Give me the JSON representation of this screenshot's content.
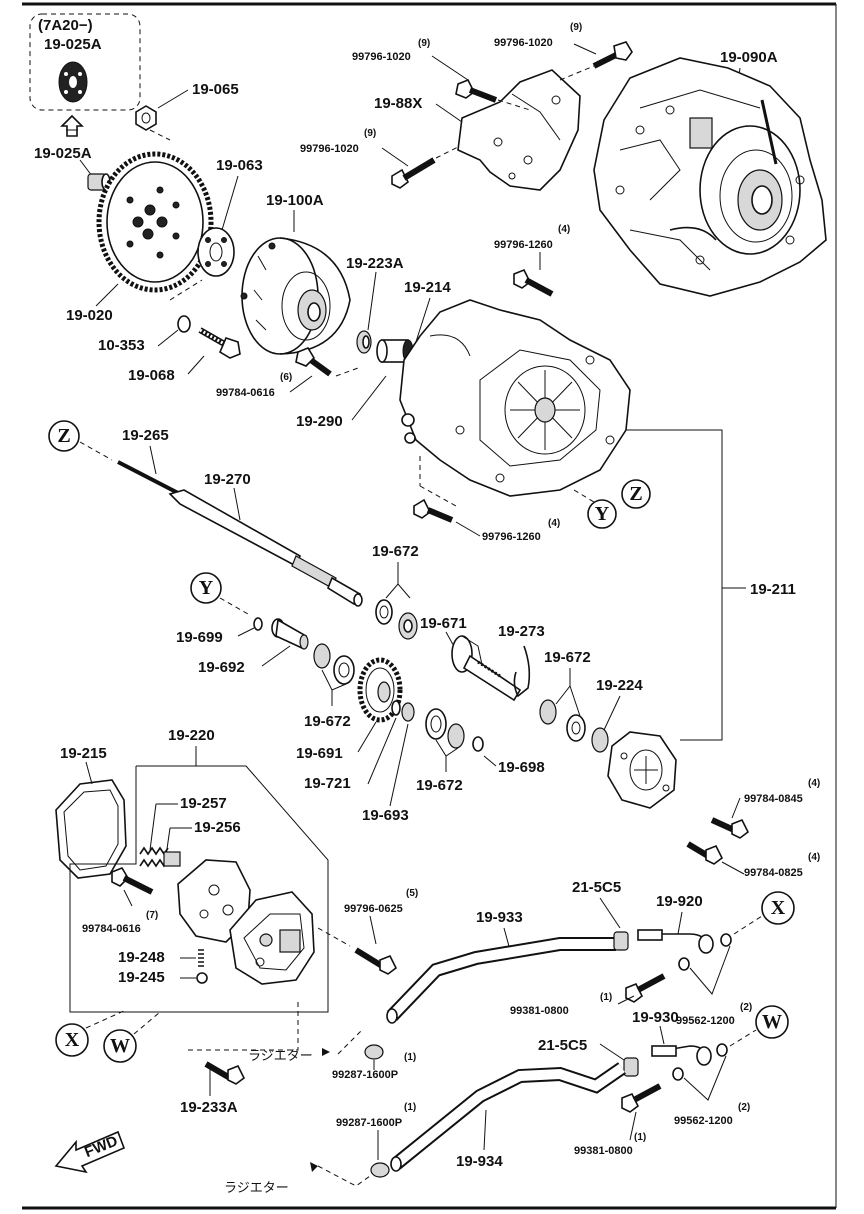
{
  "diagram": {
    "inset_note": "(7A20−)",
    "fwd_label": "FWD",
    "parts": {
      "p19_025A_top": "19-025A",
      "p19_025A": "19-025A",
      "p19_065": "19-065",
      "p19_063": "19-063",
      "p19_020": "19-020",
      "p10_353": "10-353",
      "p19_068": "19-068",
      "p19_100A": "19-100A",
      "p19_223A": "19-223A",
      "p19_214": "19-214",
      "p19_290": "19-290",
      "p19_88X": "19-88X",
      "p19_090A": "19-090A",
      "p19_265": "19-265",
      "p19_270": "19-270",
      "p19_672_a": "19-672",
      "p19_671": "19-671",
      "p19_699": "19-699",
      "p19_692": "19-692",
      "p19_672_b": "19-672",
      "p19_691": "19-691",
      "p19_721": "19-721",
      "p19_693": "19-693",
      "p19_672_c": "19-672",
      "p19_698": "19-698",
      "p19_273": "19-273",
      "p19_672_d": "19-672",
      "p19_224": "19-224",
      "p19_211": "19-211",
      "p19_215": "19-215",
      "p19_220": "19-220",
      "p19_257": "19-257",
      "p19_256": "19-256",
      "p19_248": "19-248",
      "p19_245": "19-245",
      "p19_233A": "19-233A",
      "p19_933": "19-933",
      "p21_5C5_a": "21-5C5",
      "p19_920": "19-920",
      "p21_5C5_b": "21-5C5",
      "p19_930": "19-930",
      "p19_934": "19-934"
    },
    "fasteners": {
      "f_1020_a": {
        "num": "99796-1020",
        "qty": "(9)"
      },
      "f_1020_b": {
        "num": "99796-1020",
        "qty": "(9)"
      },
      "f_1020_c": {
        "num": "99796-1020",
        "qty": "(9)"
      },
      "f_1260_a": {
        "num": "99796-1260",
        "qty": "(4)"
      },
      "f_0616_a": {
        "num": "99784-0616",
        "qty": "(6)"
      },
      "f_1260_b": {
        "num": "99796-1260",
        "qty": "(4)"
      },
      "f_0845": {
        "num": "99784-0845",
        "qty": "(4)"
      },
      "f_0825_a": {
        "num": "99784-0825",
        "qty": "(4)"
      },
      "f_0616_b": {
        "num": "99784-0616",
        "qty": "(7)"
      },
      "f_0625": {
        "num": "99796-0625",
        "qty": "(5)"
      },
      "f_0800_a": {
        "num": "99381-0800",
        "qty": "(1)"
      },
      "f_1200_a": {
        "num": "99562-1200",
        "qty": "(2)"
      },
      "f_1600_a": {
        "num": "99287-1600P",
        "qty": "(1)"
      },
      "f_1600_b": {
        "num": "99287-1600P",
        "qty": "(1)"
      },
      "f_0800_b": {
        "num": "99381-0800",
        "qty": "(1)"
      },
      "f_1200_b": {
        "num": "99562-1200",
        "qty": "(2)"
      }
    },
    "radiator_label_a": "ラジエター",
    "radiator_label_b": "ラジエター",
    "refs": {
      "z1": "Z",
      "z2": "Z",
      "y1": "Y",
      "y2": "Y",
      "x1": "X",
      "x2": "X",
      "w1": "W",
      "w2": "W"
    }
  }
}
